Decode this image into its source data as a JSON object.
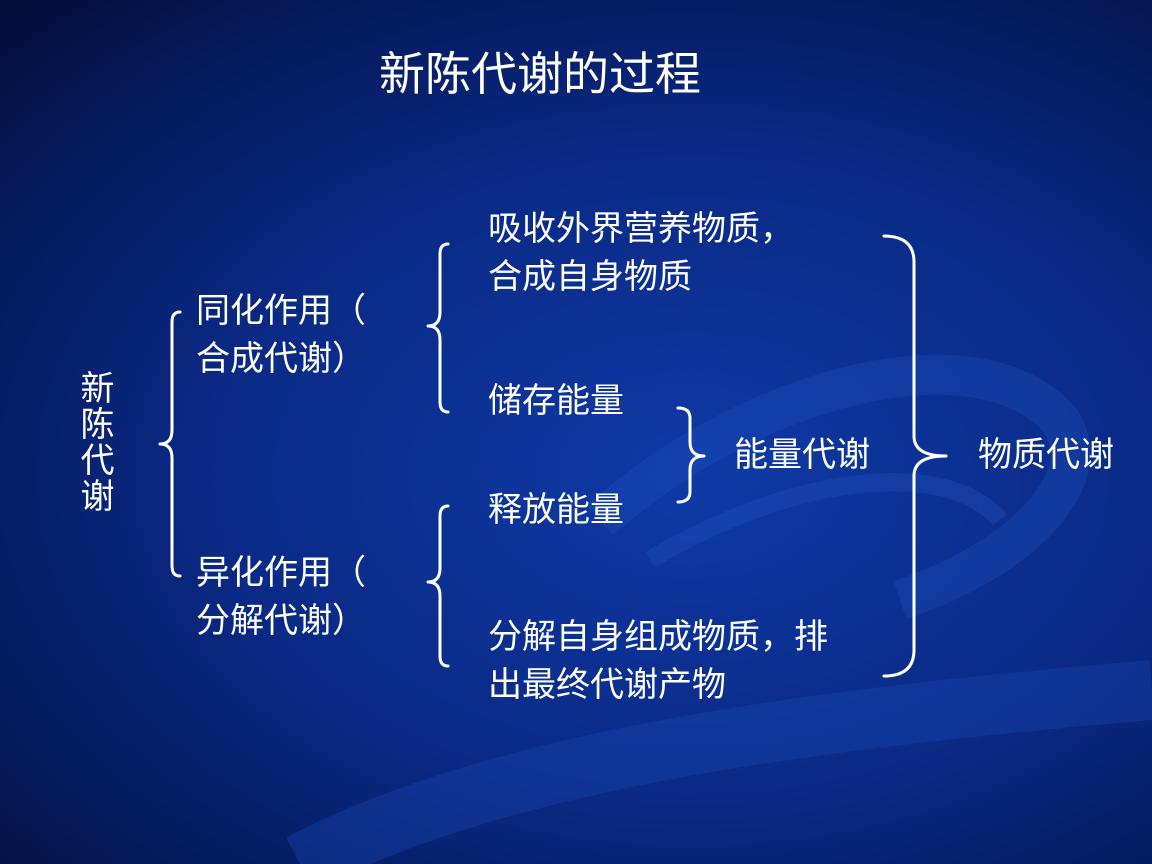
{
  "title": "新陈代谢的过程",
  "root": "新陈代谢",
  "anabolism": {
    "line1": "同化作用（",
    "line2": "合成代谢）"
  },
  "catabolism": {
    "line1": "异化作用（",
    "line2": "分解代谢）"
  },
  "absorb": {
    "line1": "吸收外界营养物质，",
    "line2": "合成自身物质"
  },
  "store_energy": "储存能量",
  "release_energy": "释放能量",
  "decompose": {
    "line1": "分解自身组成物质，排",
    "line2": "出最终代谢产物"
  },
  "energy_metabolism": "能量代谢",
  "material_metabolism": "物质代谢",
  "colors": {
    "background": "#0a2a86",
    "text": "#ffffff"
  }
}
